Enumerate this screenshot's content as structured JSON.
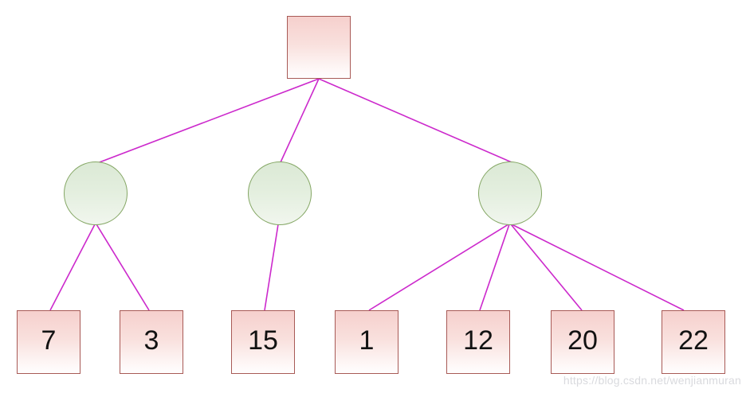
{
  "tree": {
    "root": {
      "shape": "square",
      "value": ""
    },
    "internal": [
      {
        "shape": "circle",
        "value": ""
      },
      {
        "shape": "circle",
        "value": ""
      },
      {
        "shape": "circle",
        "value": ""
      }
    ],
    "leaves": [
      {
        "value": "7"
      },
      {
        "value": "3"
      },
      {
        "value": "15"
      },
      {
        "value": "1"
      },
      {
        "value": "12"
      },
      {
        "value": "20"
      },
      {
        "value": "22"
      }
    ],
    "edges": [
      {
        "from": "root",
        "to": "internal-1"
      },
      {
        "from": "root",
        "to": "internal-2"
      },
      {
        "from": "root",
        "to": "internal-3"
      },
      {
        "from": "internal-1",
        "to": "leaf-7"
      },
      {
        "from": "internal-1",
        "to": "leaf-3"
      },
      {
        "from": "internal-2",
        "to": "leaf-15"
      },
      {
        "from": "internal-3",
        "to": "leaf-1"
      },
      {
        "from": "internal-3",
        "to": "leaf-12"
      },
      {
        "from": "internal-3",
        "to": "leaf-20"
      },
      {
        "from": "internal-3",
        "to": "leaf-22"
      }
    ]
  },
  "colors": {
    "edge": "#cc29cc",
    "square_border": "#a85a56",
    "circle_border": "#85a765"
  },
  "watermark": "https://blog.csdn.net/wenjianmuran"
}
